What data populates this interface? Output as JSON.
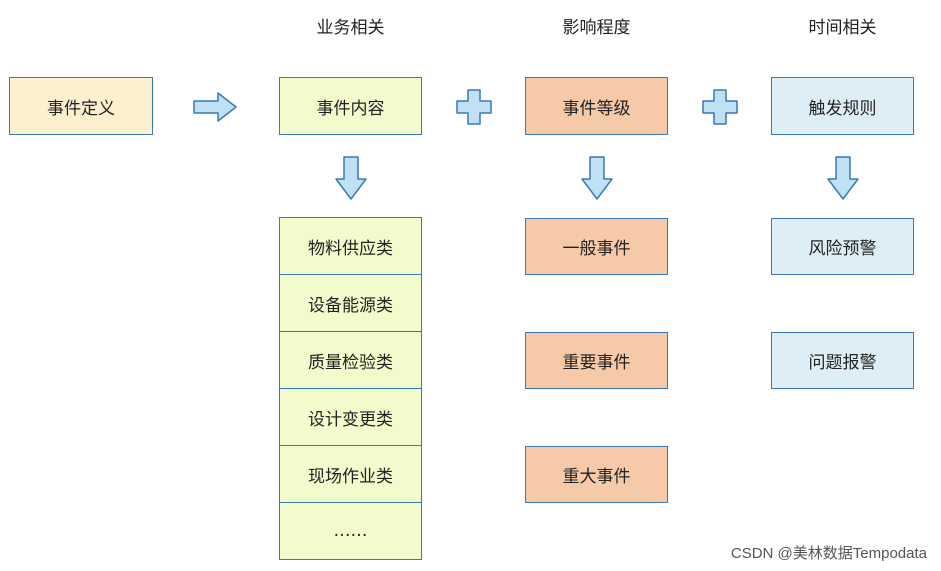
{
  "headers": {
    "business": "业务相关",
    "impact": "影响程度",
    "time": "时间相关"
  },
  "definition": "事件定义",
  "business": {
    "title": "事件内容",
    "items": [
      "物料供应类",
      "设备能源类",
      "质量检验类",
      "设计变更类",
      "现场作业类",
      "……"
    ]
  },
  "impact": {
    "title": "事件等级",
    "items": [
      "一般事件",
      "重要事件",
      "重大事件"
    ]
  },
  "time": {
    "title": "触发规则",
    "items": [
      "风险预警",
      "问题报警"
    ]
  },
  "watermark": "CSDN @美林数据Tempodata",
  "colors": {
    "border": "#3a79b8",
    "definition_fill": "#fdf0cf",
    "business_fill": "#f1fbcc",
    "impact_fill": "#f6c9a8",
    "time_fill": "#deeef6",
    "arrow_fill": "#bfe1f3"
  },
  "icons": [
    "right-arrow-icon",
    "plus-icon",
    "down-arrow-icon"
  ]
}
